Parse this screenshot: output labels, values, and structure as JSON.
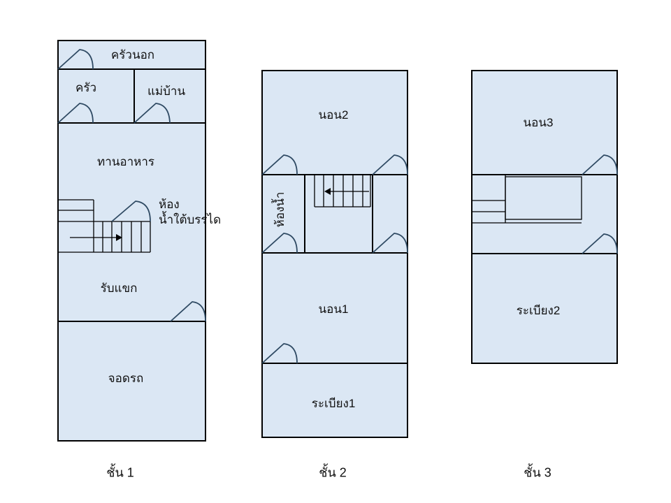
{
  "colors": {
    "background": "#ffffff",
    "room_fill": "#dbe7f4",
    "wall": "#000000",
    "door": "#2f4a63",
    "text": "#111111"
  },
  "floors": [
    {
      "caption": "ชั้น 1",
      "rooms": {
        "outdoor_kitchen": "ครัวนอก",
        "kitchen": "ครัว",
        "maid_room": "แม่บ้าน",
        "dining": "ทานอาหาร",
        "bath_under_stairs_line1": "ห้อง",
        "bath_under_stairs_line2": "น้ำใต้บรรได",
        "living_room": "รับแขก",
        "parking": "จอดรถ"
      }
    },
    {
      "caption": "ชั้น 2",
      "rooms": {
        "bedroom2": "นอน2",
        "bathroom": "ห้องน้ำ",
        "bedroom1": "นอน1",
        "balcony1": "ระเบียง1"
      }
    },
    {
      "caption": "ชั้น 3",
      "rooms": {
        "bedroom3": "นอน3",
        "balcony2": "ระเบียง2"
      }
    }
  ]
}
